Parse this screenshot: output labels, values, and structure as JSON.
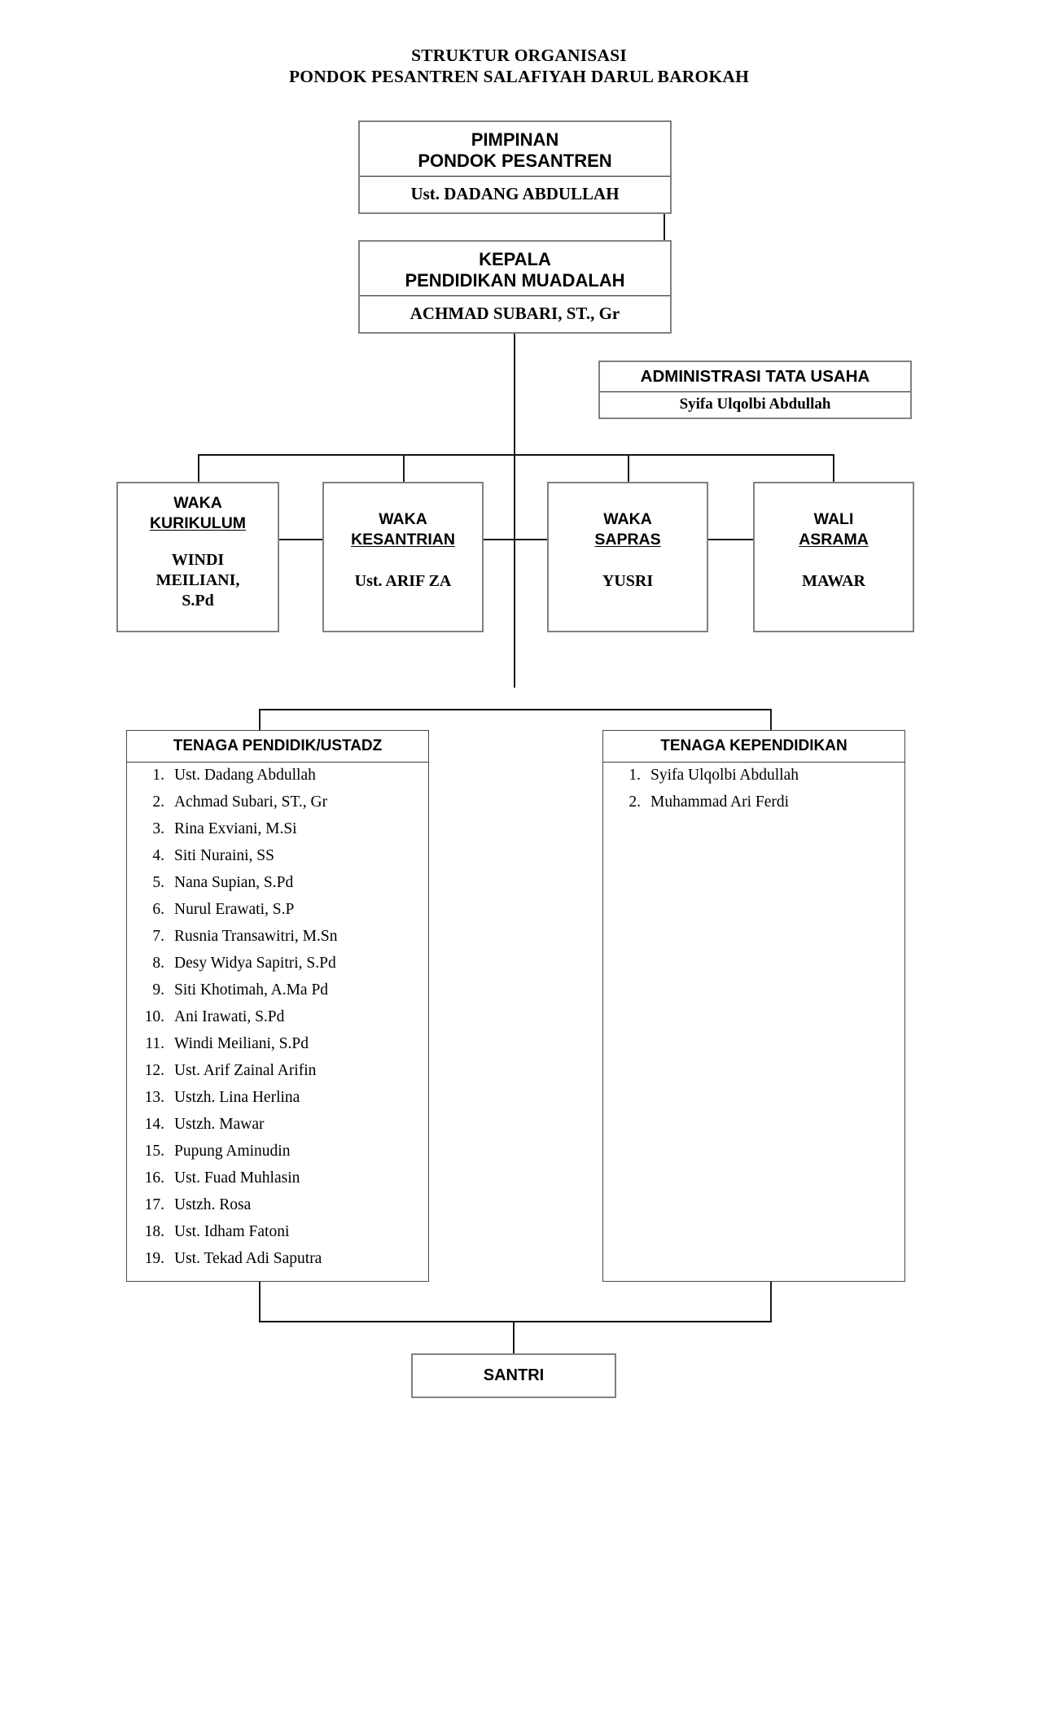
{
  "title": {
    "line1": "STRUKTUR ORGANISASI",
    "line2": "PONDOK PESANTREN SALAFIYAH DARUL BAROKAH"
  },
  "nodes": {
    "pimpinan": {
      "role_line1": "PIMPINAN",
      "role_line2": "PONDOK PESANTREN",
      "person": "Ust. DADANG ABDULLAH"
    },
    "kepala": {
      "role_line1": "KEPALA",
      "role_line2": "PENDIDIKAN MUADALAH",
      "person": "ACHMAD SUBARI, ST., Gr"
    },
    "administrasi": {
      "role": "ADMINISTRASI TATA USAHA",
      "person": "Syifa Ulqolbi Abdullah"
    },
    "waka_kurikulum": {
      "role_line1": "WAKA",
      "role_line2": "KURIKULUM",
      "person_line1": "WINDI",
      "person_line2": "MEILIANI,",
      "person_line3": "S.Pd"
    },
    "waka_kesantrian": {
      "role_line1": "WAKA",
      "role_line2": "KESANTRIAN",
      "person_line1": "Ust. ARIF ZA"
    },
    "waka_sapras": {
      "role_line1": "WAKA",
      "role_line2": "SAPRAS",
      "person_line1": "YUSRI"
    },
    "wali_asrama": {
      "role_line1": "WALI",
      "role_line2": "ASRAMA",
      "person_line1": "MAWAR"
    },
    "santri": {
      "label": "SANTRI"
    }
  },
  "panels": {
    "pendidik": {
      "header": "TENAGA PENDIDIK/USTADZ",
      "items": [
        "Ust. Dadang Abdullah",
        "Achmad Subari, ST., Gr",
        "Rina Exviani, M.Si",
        "Siti Nuraini, SS",
        "Nana Supian, S.Pd",
        "Nurul Erawati, S.P",
        "Rusnia Transawitri, M.Sn",
        "Desy Widya Sapitri, S.Pd",
        "Siti Khotimah, A.Ma Pd",
        "Ani Irawati, S.Pd",
        "Windi Meiliani, S.Pd",
        "Ust. Arif Zainal Arifin",
        "Ustzh. Lina Herlina",
        "Ustzh. Mawar",
        "Pupung Aminudin",
        "Ust. Fuad Muhlasin",
        "Ustzh. Rosa",
        "Ust. Idham Fatoni",
        "Ust. Tekad Adi Saputra"
      ]
    },
    "kependidikan": {
      "header": "TENAGA KEPENDIDIKAN",
      "items": [
        "Syifa Ulqolbi Abdullah",
        "Muhammad Ari Ferdi"
      ]
    }
  },
  "colors": {
    "line": "#1a1a1a",
    "box_border": "#808080",
    "text": "#000000",
    "background": "#ffffff"
  }
}
